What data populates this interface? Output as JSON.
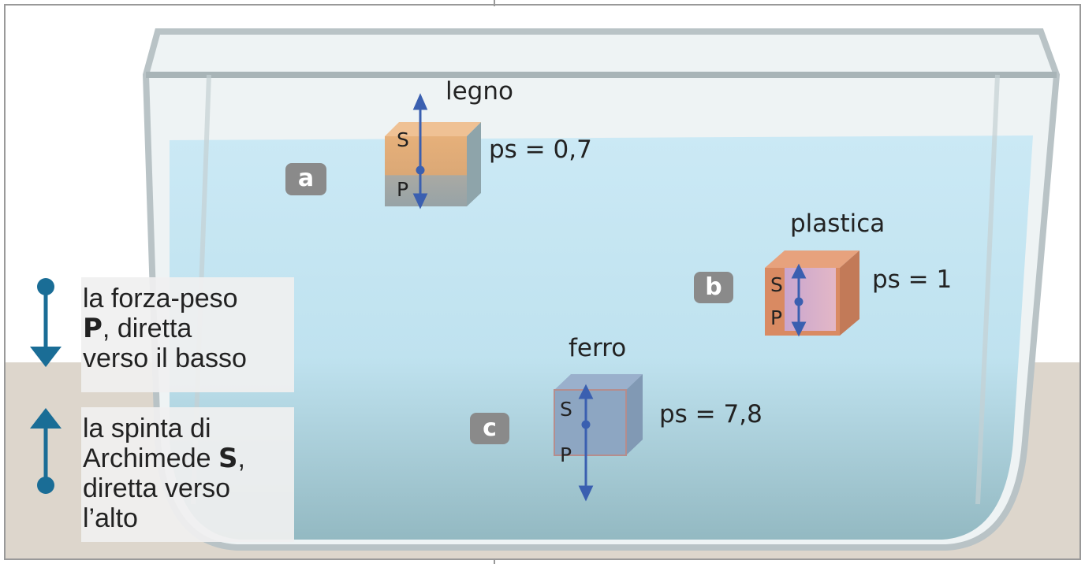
{
  "objects": [
    {
      "id": "a",
      "material": "legno",
      "ps_label": "ps = 0,7",
      "ps": 0.7,
      "force_up": "S",
      "force_down": "P"
    },
    {
      "id": "b",
      "material": "plastica",
      "ps_label": "ps = 1",
      "ps": 1,
      "force_up": "S",
      "force_down": "P"
    },
    {
      "id": "c",
      "material": "ferro",
      "ps_label": "ps = 7,8",
      "ps": 7.8,
      "force_up": "S",
      "force_down": "P"
    }
  ],
  "legend": {
    "weight": {
      "line1": "la forza-peso",
      "symbol": "P",
      "line2": ", diretta",
      "line3": "verso il basso"
    },
    "buoyancy": {
      "line1": "la spinta di",
      "line2a": "Archimede ",
      "symbol": "S",
      "line2b": ",",
      "line3": "diretta verso",
      "line4": "l’alto"
    }
  },
  "colors": {
    "arrow": "#3a5fb0",
    "legend_arrow": "#1a6d96",
    "water": "#bfe3f0",
    "badge": "#8a8a8a"
  }
}
